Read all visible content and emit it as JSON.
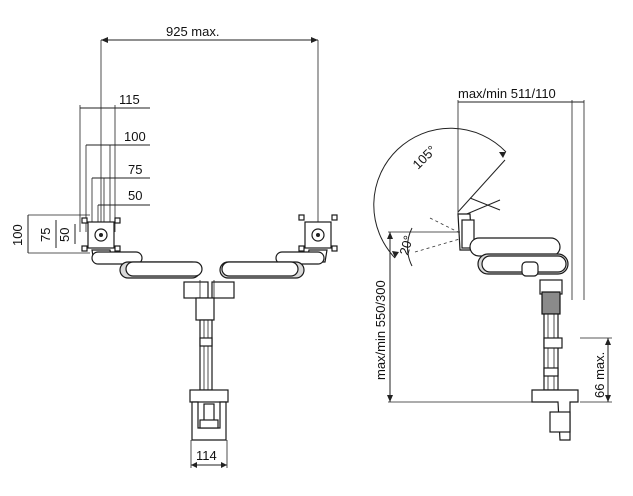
{
  "front_view": {
    "width_overall": "925 max.",
    "vesa_offsets": [
      "115",
      "100",
      "75",
      "50"
    ],
    "vesa_heights": [
      "100",
      "75",
      "50"
    ],
    "clamp_width": "114"
  },
  "side_view": {
    "reach": "max/min  511/110",
    "tilt_range": "105°",
    "tilt_angle": "20°",
    "height_range": "max/min 550/300",
    "clamp_depth": "66 max."
  },
  "colors": {
    "line": "#1a1a1a",
    "arm_fill": "#d9d9d9",
    "background": "#ffffff"
  }
}
